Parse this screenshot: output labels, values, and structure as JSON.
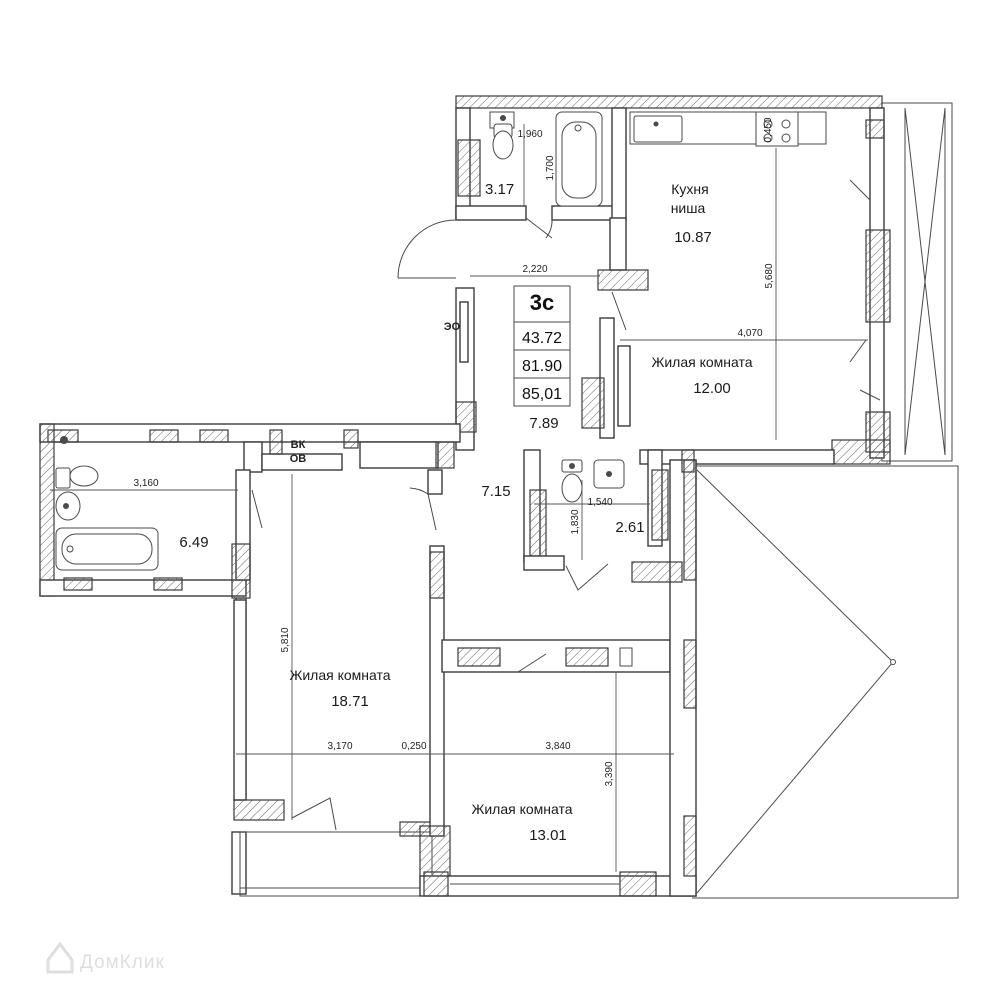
{
  "apartment": {
    "type": "3с",
    "living_area": "43.72",
    "total_area": "81.90",
    "total_area_with_balcony": "85,01"
  },
  "rooms": [
    {
      "id": "bathroom-1",
      "area": "3.17"
    },
    {
      "id": "kitchen",
      "label_line1": "Кухня",
      "label_line2": "ниша",
      "area": "10.87"
    },
    {
      "id": "living-1",
      "label": "Жилая комната",
      "area": "12.00"
    },
    {
      "id": "hall",
      "area": "7.89"
    },
    {
      "id": "corridor",
      "area": "7.15"
    },
    {
      "id": "bathroom-2",
      "area": "2.61"
    },
    {
      "id": "bathroom-3",
      "area": "6.49"
    },
    {
      "id": "living-2",
      "label": "Жилая комната",
      "area": "18.71"
    },
    {
      "id": "living-3",
      "label": "Жилая комната",
      "area": "13.01"
    }
  ],
  "dimensions": [
    "1,960",
    "1,700",
    "2,220",
    "5,680",
    "4,070",
    "0,450",
    "3,160",
    "1,540",
    "1,830",
    "5,810",
    "3,170",
    "0,250",
    "3,840",
    "3,390"
  ],
  "markers": {
    "electric_panel": "ЭО",
    "ventilation": "ВК",
    "heating": "ОВ"
  },
  "watermark": "ДомКлик",
  "colors": {
    "wall_stroke": "#3a3a3a",
    "watermark": "#dedede"
  }
}
